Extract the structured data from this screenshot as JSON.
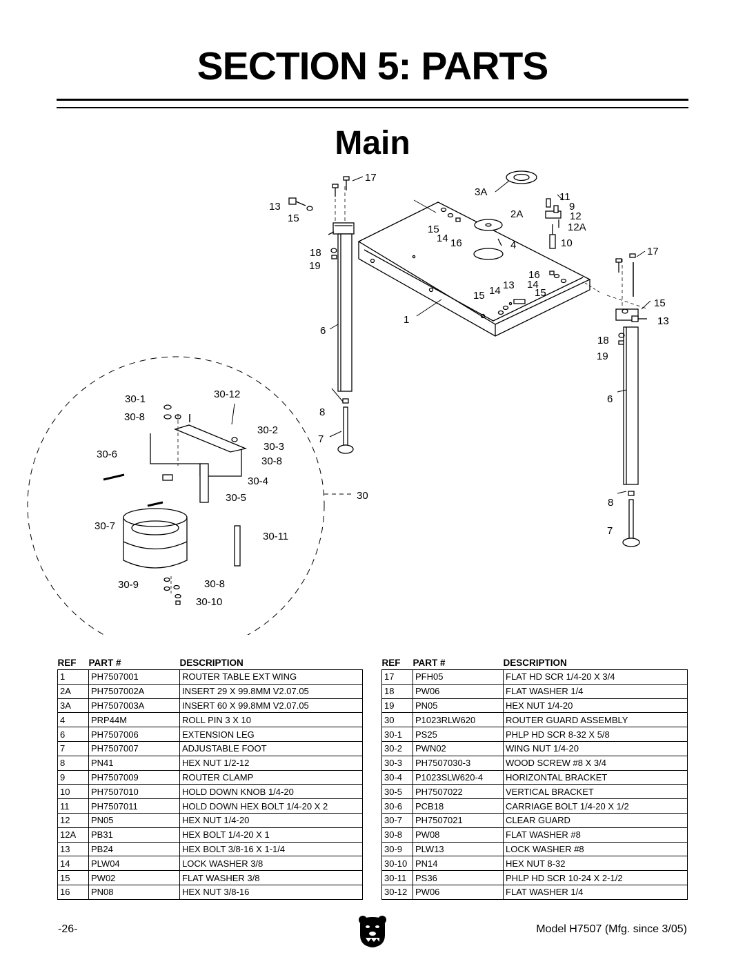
{
  "header": {
    "section_title": "SECTION 5: PARTS",
    "subtitle": "Main"
  },
  "diagram_labels": {
    "l17a": "17",
    "l3A": "3A",
    "l11": "11",
    "l9": "9",
    "l13a": "13",
    "l2A": "2A",
    "l12": "12",
    "l15a": "15",
    "l12A": "12A",
    "l15b": "15",
    "l14a": "14",
    "l16a": "16",
    "l4": "4",
    "l10": "10",
    "l18a": "18",
    "l17b": "17",
    "l19a": "19",
    "l16b": "16",
    "l14b": "14",
    "l13b": "13",
    "l14c": "14",
    "l15c": "15",
    "l15d": "15",
    "l15e": "15",
    "l1": "1",
    "l13c": "13",
    "l6a": "6",
    "l18b": "18",
    "l19b": "19",
    "l30_1": "30-1",
    "l30_12": "30-12",
    "l6b": "6",
    "l30_8a": "30-8",
    "l8a": "8",
    "l30_2": "30-2",
    "l7a": "7",
    "l30_3": "30-3",
    "l30_6": "30-6",
    "l30_8b": "30-8",
    "l30_4": "30-4",
    "l30": "30",
    "l30_5": "30-5",
    "l8b": "8",
    "l30_7": "30-7",
    "l30_11": "30-11",
    "l7b": "7",
    "l30_9": "30-9",
    "l30_8c": "30-8",
    "l30_10": "30-10"
  },
  "table": {
    "headers": {
      "ref": "REF",
      "part": "PART #",
      "description": "DESCRIPTION"
    },
    "left_rows": [
      {
        "ref": "1",
        "part": "PH7507001",
        "description": "ROUTER TABLE EXT WING"
      },
      {
        "ref": "2A",
        "part": "PH7507002A",
        "description": "INSERT 29 X 99.8MM V2.07.05"
      },
      {
        "ref": "3A",
        "part": "PH7507003A",
        "description": "INSERT 60 X 99.8MM V2.07.05"
      },
      {
        "ref": "4",
        "part": "PRP44M",
        "description": "ROLL PIN 3 X 10"
      },
      {
        "ref": "6",
        "part": "PH7507006",
        "description": "EXTENSION LEG"
      },
      {
        "ref": "7",
        "part": "PH7507007",
        "description": "ADJUSTABLE FOOT"
      },
      {
        "ref": "8",
        "part": "PN41",
        "description": "HEX NUT 1/2-12"
      },
      {
        "ref": "9",
        "part": "PH7507009",
        "description": "ROUTER CLAMP"
      },
      {
        "ref": "10",
        "part": "PH7507010",
        "description": "HOLD DOWN KNOB 1/4-20"
      },
      {
        "ref": "11",
        "part": "PH7507011",
        "description": "HOLD DOWN HEX BOLT 1/4-20 X 2"
      },
      {
        "ref": "12",
        "part": "PN05",
        "description": "HEX NUT 1/4-20"
      },
      {
        "ref": "12A",
        "part": "PB31",
        "description": "HEX BOLT 1/4-20 X 1"
      },
      {
        "ref": "13",
        "part": "PB24",
        "description": "HEX BOLT 3/8-16 X 1-1/4"
      },
      {
        "ref": "14",
        "part": "PLW04",
        "description": "LOCK WASHER 3/8"
      },
      {
        "ref": "15",
        "part": "PW02",
        "description": "FLAT WASHER 3/8"
      },
      {
        "ref": "16",
        "part": "PN08",
        "description": "HEX NUT 3/8-16"
      }
    ],
    "right_rows": [
      {
        "ref": "17",
        "part": "PFH05",
        "description": "FLAT HD SCR 1/4-20 X 3/4"
      },
      {
        "ref": "18",
        "part": "PW06",
        "description": "FLAT WASHER 1/4"
      },
      {
        "ref": "19",
        "part": "PN05",
        "description": "HEX NUT 1/4-20"
      },
      {
        "ref": "30",
        "part": "P1023RLW620",
        "description": "ROUTER GUARD ASSEMBLY"
      },
      {
        "ref": "30-1",
        "part": "PS25",
        "description": "PHLP HD SCR 8-32 X 5/8"
      },
      {
        "ref": "30-2",
        "part": "PWN02",
        "description": "WING NUT 1/4-20"
      },
      {
        "ref": "30-3",
        "part": "PH7507030-3",
        "description": "WOOD SCREW #8 X 3/4"
      },
      {
        "ref": "30-4",
        "part": "P1023SLW620-4",
        "description": "HORIZONTAL BRACKET"
      },
      {
        "ref": "30-5",
        "part": "PH7507022",
        "description": "VERTICAL BRACKET"
      },
      {
        "ref": "30-6",
        "part": "PCB18",
        "description": "CARRIAGE BOLT 1/4-20 X 1/2"
      },
      {
        "ref": "30-7",
        "part": "PH7507021",
        "description": "CLEAR GUARD"
      },
      {
        "ref": "30-8",
        "part": "PW08",
        "description": "FLAT WASHER #8"
      },
      {
        "ref": "30-9",
        "part": "PLW13",
        "description": "LOCK WASHER #8"
      },
      {
        "ref": "30-10",
        "part": "PN14",
        "description": "HEX NUT 8-32"
      },
      {
        "ref": "30-11",
        "part": "PS36",
        "description": "PHLP HD SCR 10-24 X 2-1/2"
      },
      {
        "ref": "30-12",
        "part": "PW06",
        "description": "FLAT WASHER 1/4"
      }
    ]
  },
  "footer": {
    "page_number": "-26-",
    "model_text": "Model H7507 (Mfg. since 3/05)"
  }
}
